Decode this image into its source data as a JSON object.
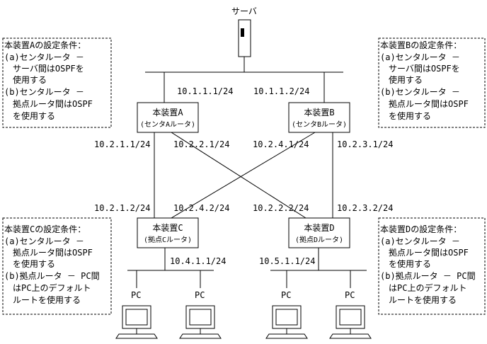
{
  "server": {
    "label": "サーバ"
  },
  "devices": {
    "a": {
      "title": "本装置A",
      "sub": "(センタAルータ)"
    },
    "b": {
      "title": "本装置B",
      "sub": "(センタBルータ)"
    },
    "c": {
      "title": "本装置C",
      "sub": "(拠点Cルータ)"
    },
    "d": {
      "title": "本装置D",
      "sub": "(拠点Dルータ)"
    }
  },
  "addresses": {
    "a_server": "10.1.1.1/24",
    "b_server": "10.1.1.2/24",
    "a_left": "10.2.1.1/24",
    "a_right": "10.2.2.1/24",
    "b_left": "10.2.4.1/24",
    "b_right": "10.2.3.1/24",
    "c_left": "10.2.1.2/24",
    "c_right": "10.2.4.2/24",
    "d_left": "10.2.2.2/24",
    "d_right": "10.2.3.2/24",
    "c_lan": "10.4.1.1/24",
    "d_lan": "10.5.1.1/24"
  },
  "pcs": [
    "PC",
    "PC",
    "PC",
    "PC"
  ],
  "notes": {
    "a": [
      "本装置Aの設定条件：",
      "(a)センタルータ －",
      "　サーバ間はOSPFを",
      "　使用する",
      "(b)センタルータ －",
      "　拠点ルータ間はOSPF",
      "　を使用する"
    ],
    "b": [
      "本装置Bの設定条件：",
      "(a)センタルータ －",
      "　サーバ間はOSPFを",
      "　使用する",
      "(b)センタルータ －",
      "　拠点ルータ間はOSPF",
      "　を使用する"
    ],
    "c": [
      "本装置Cの設定条件：",
      "(a)センタルータ －",
      "　拠点ルータ間はOSPF",
      "　を使用する",
      "(b)拠点ルータ － PC間",
      "　はPC上のデフォルト",
      "　ルートを使用する"
    ],
    "d": [
      "本装置Dの設定条件：",
      "(a)センタルータ －",
      "　拠点ルータ間はOSPF",
      "　を使用する",
      "(b)拠点ルータ － PC間",
      "　はPC上のデフォルト",
      "　ルートを使用する"
    ]
  }
}
